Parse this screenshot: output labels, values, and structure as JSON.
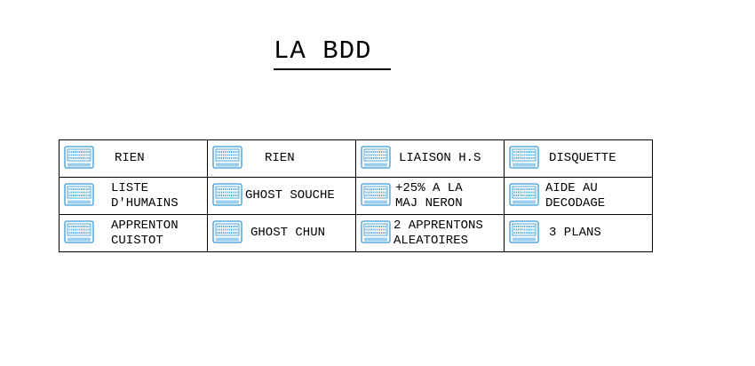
{
  "title": "LA BDD",
  "accent_color": "#3a9bd6",
  "cell_icon": "memory-module-icon",
  "rows": [
    [
      "RIEN",
      "RIEN",
      "LIAISON H.S",
      "DISQUETTE"
    ],
    [
      "LISTE\nD'HUMAINS",
      "GHOST SOUCHE",
      "+25% A LA\nMAJ NERON",
      "AIDE AU\nDECODAGE"
    ],
    [
      "APPRENTON\nCUISTOT",
      "GHOST CHUN",
      "2 APPRENTONS\nALEATOIRES",
      "3 PLANS"
    ]
  ]
}
